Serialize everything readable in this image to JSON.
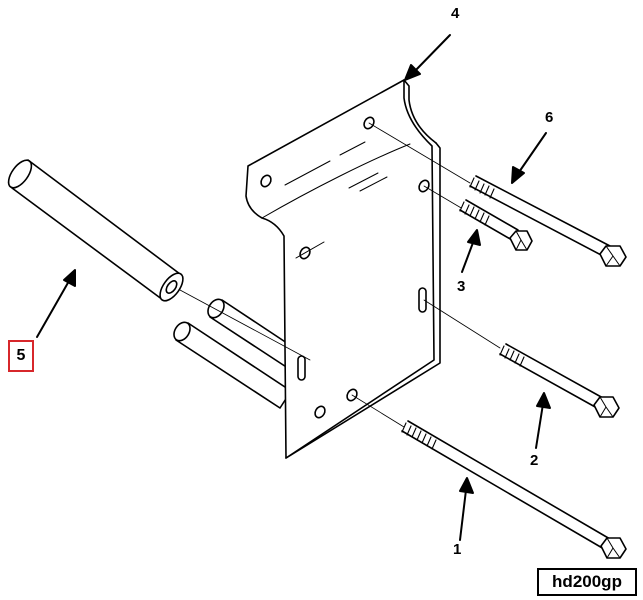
{
  "callouts": {
    "c1": "1",
    "c2": "2",
    "c3": "3",
    "c4": "4",
    "c5": "5",
    "c6": "6"
  },
  "highlighted_callout_color": "#d7272b",
  "drawing_id": "hd200gp"
}
